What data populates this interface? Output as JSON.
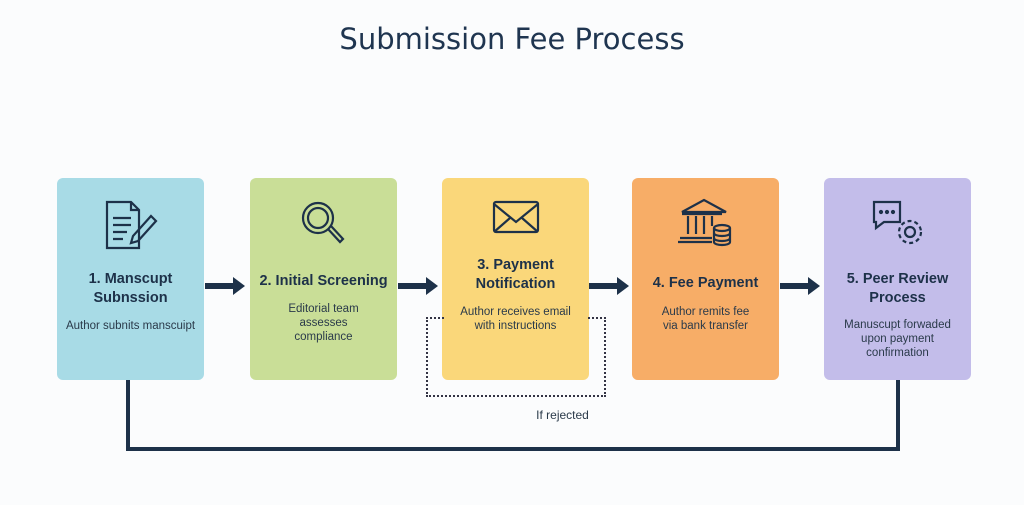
{
  "title": "Submission Fee Process",
  "steps": [
    {
      "title": "1. Manscupt Subnssion",
      "desc": "Author subnits manscuipt",
      "color": "#a8dbe6",
      "icon": "document-pen-icon"
    },
    {
      "title": "2. Initial Screening",
      "desc": "Editorial team assesses compliance",
      "color": "#c9de97",
      "icon": "magnifier-icon"
    },
    {
      "title": "3. Payment Notification",
      "desc": "Author receives email with instructions",
      "color": "#fad77a",
      "icon": "envelope-icon"
    },
    {
      "title": "4. Fee Payment",
      "desc": "Author remits fee via bank transfer",
      "color": "#f7ad67",
      "icon": "bank-coins-icon"
    },
    {
      "title": "5. Peer Review Process",
      "desc": "Manuscupt forwaded upon payment confirmation",
      "color": "#c3bdea",
      "icon": "chat-gear-icon"
    }
  ],
  "rejected_label": "If rejected",
  "line_color": "#1d3149"
}
